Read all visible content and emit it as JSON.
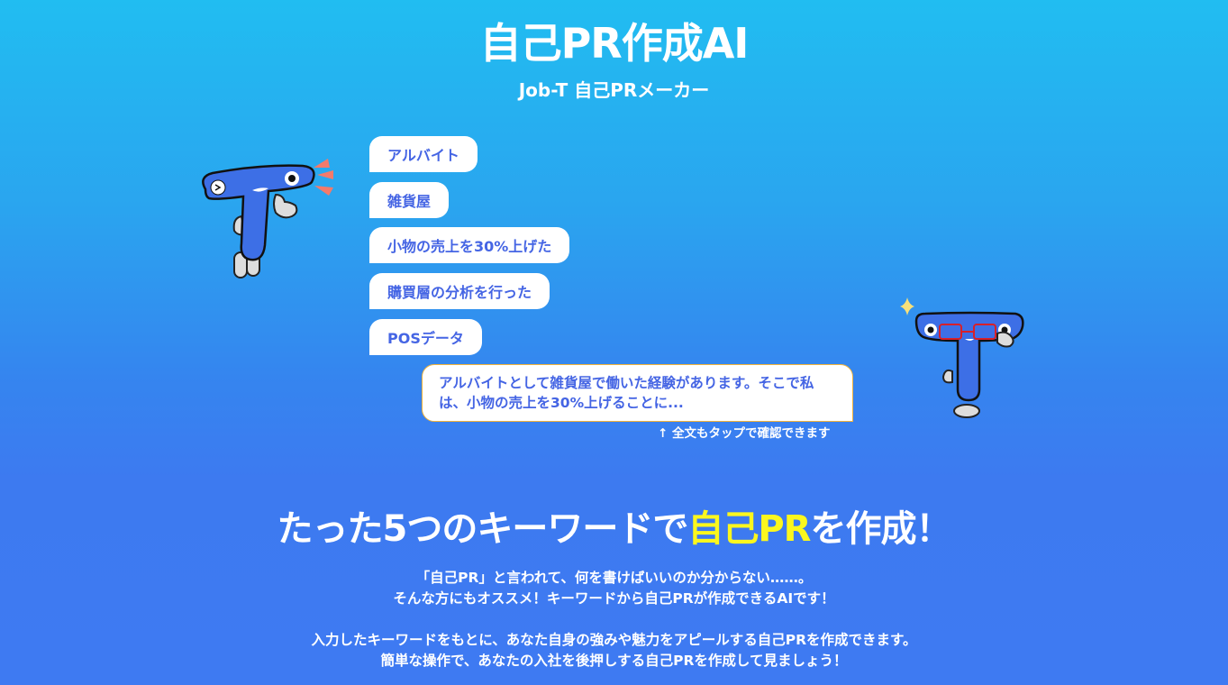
{
  "header": {
    "title": "自己PR作成AI",
    "subtitle": "Job-T 自己PRメーカー"
  },
  "demo": {
    "keywords": [
      "アルバイト",
      "雑貨屋",
      "小物の売上を30%上げた",
      "購買層の分析を行った",
      "POSデータ"
    ],
    "output_text": "アルバイトとして雑貨屋で働いた経験があります。そこで私は、小物の売上を30%上げることに...",
    "hint": "↑ 全文もタップで確認できます"
  },
  "intro": {
    "headline_before": "たった5つのキーワードで",
    "headline_highlight": "自己PR",
    "headline_after": "を作成！",
    "paragraph1": [
      "「自己PR」と言われて、何を書けばいいのか分からない……。",
      "そんな方にもオススメ！キーワードから自己PRが作成できるAIです！"
    ],
    "paragraph2": [
      "入力したキーワードをもとに、あなた自身の強みや魅力をアピールする自己PRを作成できます。",
      "簡単な操作で、あなたの入社を後押しする自己PRを作成して見ましょう！"
    ]
  },
  "colors": {
    "gradient_top": "#21bdf1",
    "gradient_bottom": "#3e7af2",
    "keyword_text": "#4565e4",
    "highlight": "#fbf71d",
    "output_border": "#f0b23a",
    "mascot_body": "#3d6fe6",
    "glasses": "#d8202a",
    "spark": "#f47a6b",
    "star": "#f7e07a"
  },
  "icons": {
    "mascot_left": "t-mascot-thumbs-up",
    "mascot_right": "t-mascot-glasses",
    "sparkle": "sparkle-icon",
    "emphasis": "emphasis-lines-icon"
  }
}
